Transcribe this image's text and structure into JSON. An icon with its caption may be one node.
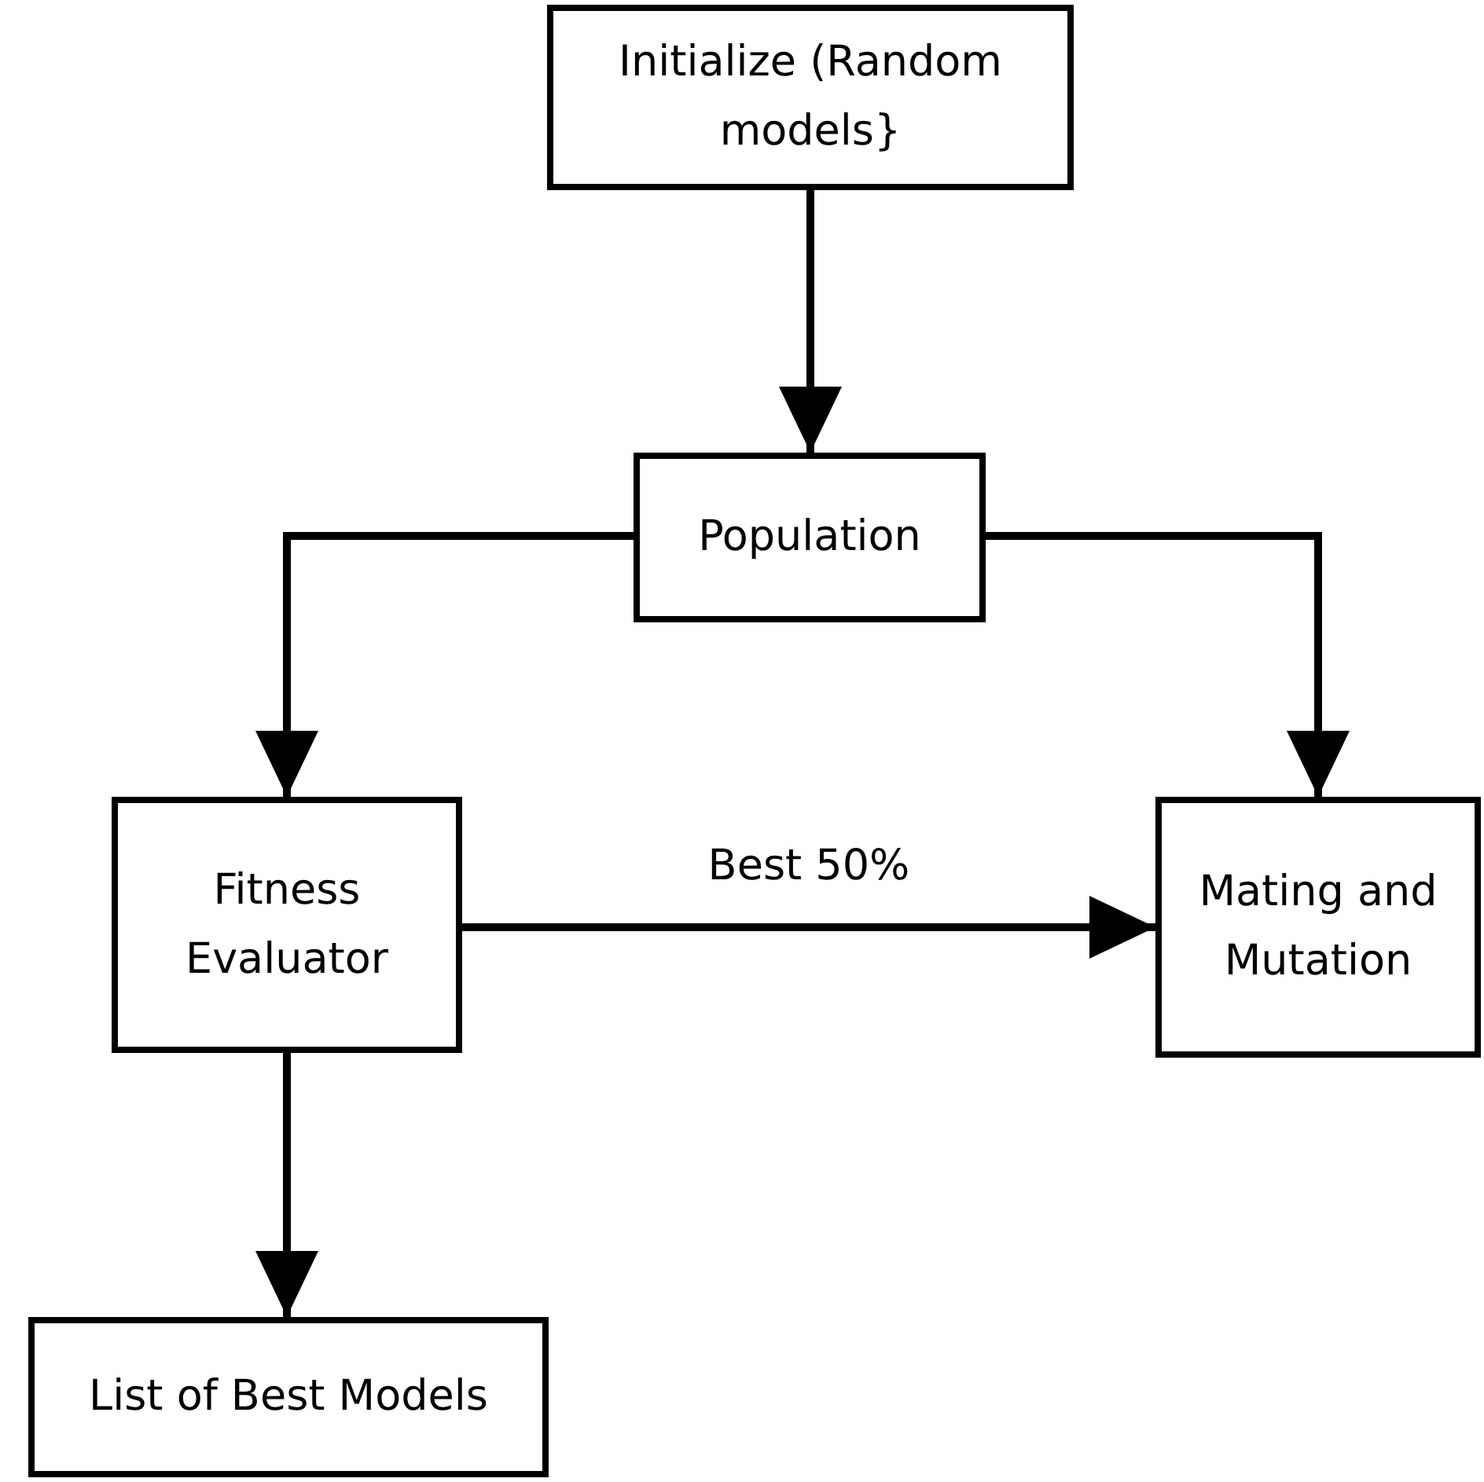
{
  "diagram": {
    "nodes": [
      {
        "text": [
          "Initialize (Random models}"
        ]
      },
      {
        "text": [
          "Population"
        ]
      },
      {
        "text": [
          "Fitness Evaluator"
        ]
      },
      {
        "text": [
          "Mating and Mutation"
        ]
      },
      {
        "text": [
          "List of Best Models"
        ]
      }
    ],
    "edges": [
      {
        "from": 0,
        "to": 1,
        "arrow": "to"
      },
      {
        "from": 1,
        "to": 2,
        "arrow": "to"
      },
      {
        "from": 1,
        "to": 3,
        "arrow": "to"
      },
      {
        "from": 2,
        "to": 3,
        "arrow": "to",
        "label": "Best 50%"
      },
      {
        "from": 2,
        "to": 4,
        "arrow": "to"
      }
    ]
  }
}
